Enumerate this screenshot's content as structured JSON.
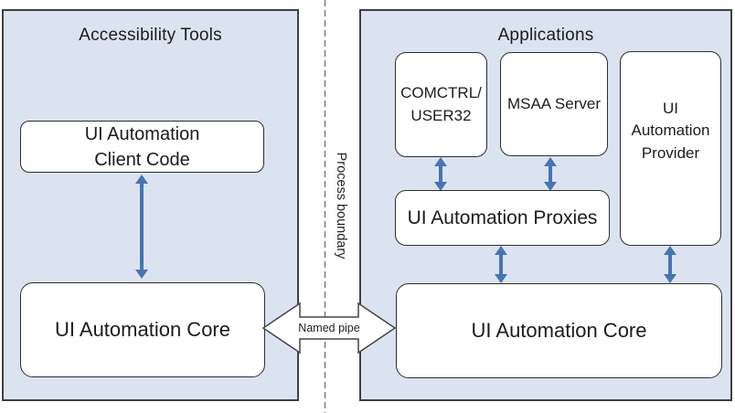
{
  "colors": {
    "panel-bg": "#dce3f0",
    "panel-border": "#3f3f3f",
    "box-bg": "#ffffff",
    "box-border": "#2d2d2d",
    "arrow-blue": "#4575b4",
    "text-color": "#1c1c1c"
  },
  "boundary": {
    "label": "Process boundary"
  },
  "named_pipe": {
    "label": "Named pipe"
  },
  "left_panel": {
    "title": "Accessibility Tools",
    "client_code_label": "UI Automation\nClient Code",
    "core_label": "UI Automation Core"
  },
  "right_panel": {
    "title": "Applications",
    "comctrl_label": "COMCTRL/\nUSER32",
    "msaa_label": "MSAA Server",
    "provider_label": "UI\nAutomation\nProvider",
    "proxies_label": "UI Automation Proxies",
    "core_label": "UI Automation Core"
  },
  "connections": [
    {
      "from": "UI Automation Client Code",
      "to": "UI Automation Core (client side)",
      "type": "bidirectional-arrow"
    },
    {
      "from": "COMCTRL/USER32",
      "to": "UI Automation Proxies",
      "type": "bidirectional-arrow"
    },
    {
      "from": "MSAA Server",
      "to": "UI Automation Proxies",
      "type": "bidirectional-arrow"
    },
    {
      "from": "UI Automation Proxies",
      "to": "UI Automation Core (server side)",
      "type": "bidirectional-arrow"
    },
    {
      "from": "UI Automation Provider",
      "to": "UI Automation Core (server side)",
      "type": "bidirectional-arrow"
    },
    {
      "from": "UI Automation Core (client side)",
      "to": "UI Automation Core (server side)",
      "type": "named-pipe"
    }
  ]
}
